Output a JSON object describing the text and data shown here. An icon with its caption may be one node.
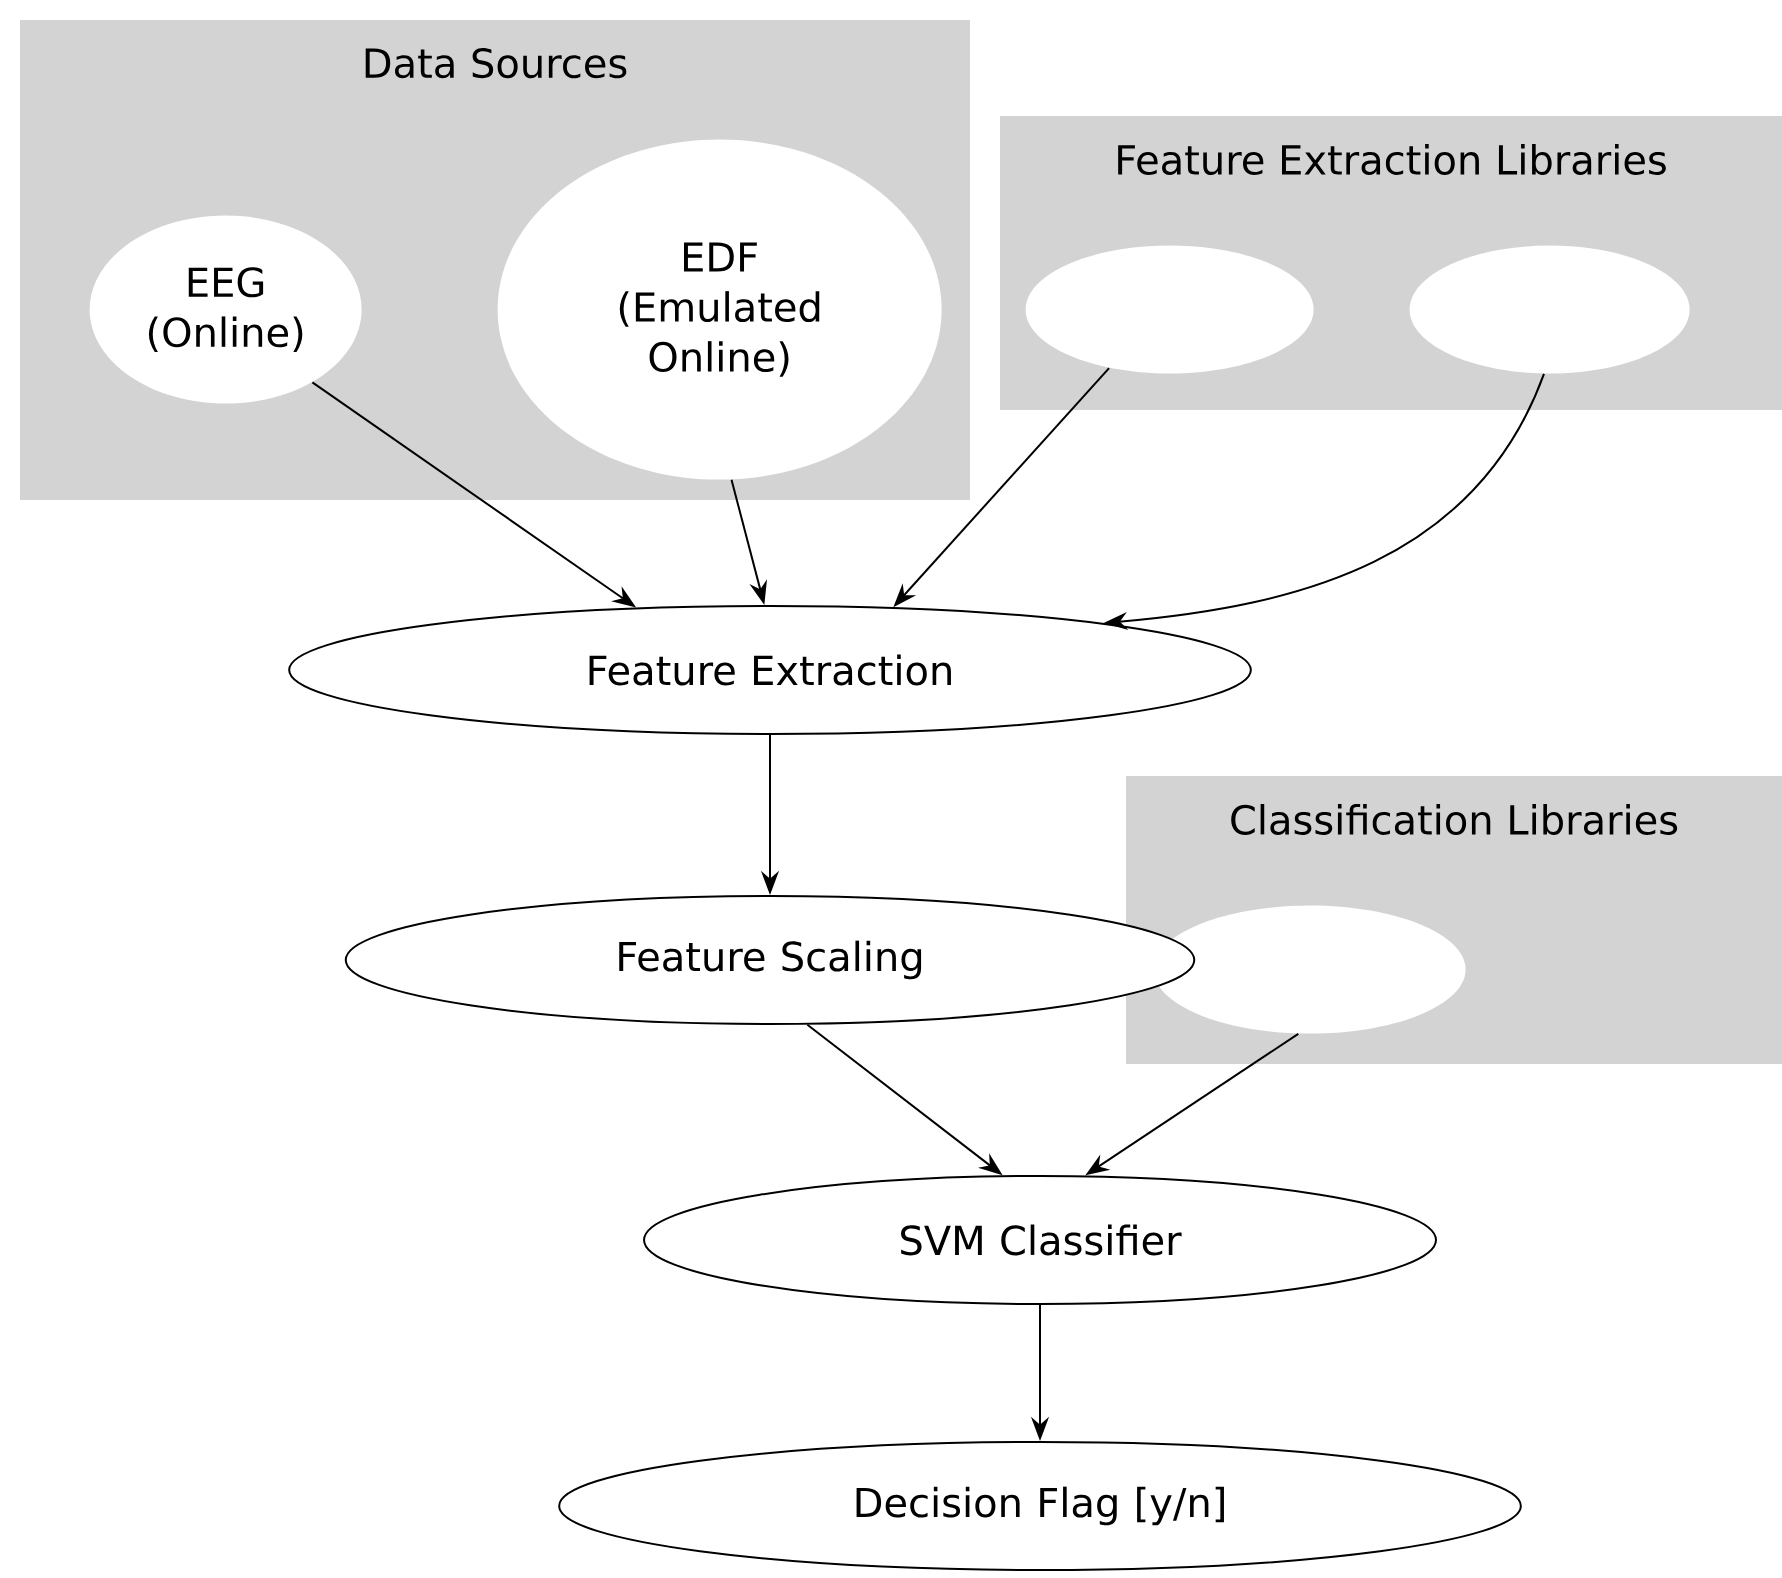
{
  "diagram": {
    "nodes": [
      {
        "text": [
          "Data Sources"
        ]
      },
      {
        "text": [
          "EEG (Online)"
        ],
        "in": 0
      },
      {
        "text": [
          "EDF (Emulated Online)"
        ],
        "in": 0
      },
      {
        "text": [
          "Feature Extraction Libraries"
        ]
      },
      {
        "text": [],
        "shape": "ellipse",
        "in": 3
      },
      {
        "text": [],
        "shape": "ellipse",
        "in": 3
      },
      {
        "text": [
          "Feature Extraction"
        ]
      },
      {
        "text": [
          "Classification Libraries"
        ]
      },
      {
        "text": [],
        "shape": "ellipse",
        "in": 7
      },
      {
        "text": [
          "Feature Scaling"
        ]
      },
      {
        "text": [
          "SVM Classifier"
        ]
      },
      {
        "text": [
          "Decision Flag [y/n]"
        ]
      }
    ],
    "edges": [
      {
        "from": 1,
        "to": 6,
        "arrow": "to"
      },
      {
        "from": 2,
        "to": 6,
        "arrow": "to"
      },
      {
        "from": 4,
        "to": 6,
        "arrow": "to"
      },
      {
        "from": 5,
        "to": 6,
        "arrow": "to"
      },
      {
        "from": 6,
        "to": 9,
        "arrow": "to"
      },
      {
        "from": 9,
        "to": 10,
        "arrow": "to"
      },
      {
        "from": 8,
        "to": 10,
        "arrow": "to"
      },
      {
        "from": 10,
        "to": 11,
        "arrow": "to"
      }
    ]
  }
}
